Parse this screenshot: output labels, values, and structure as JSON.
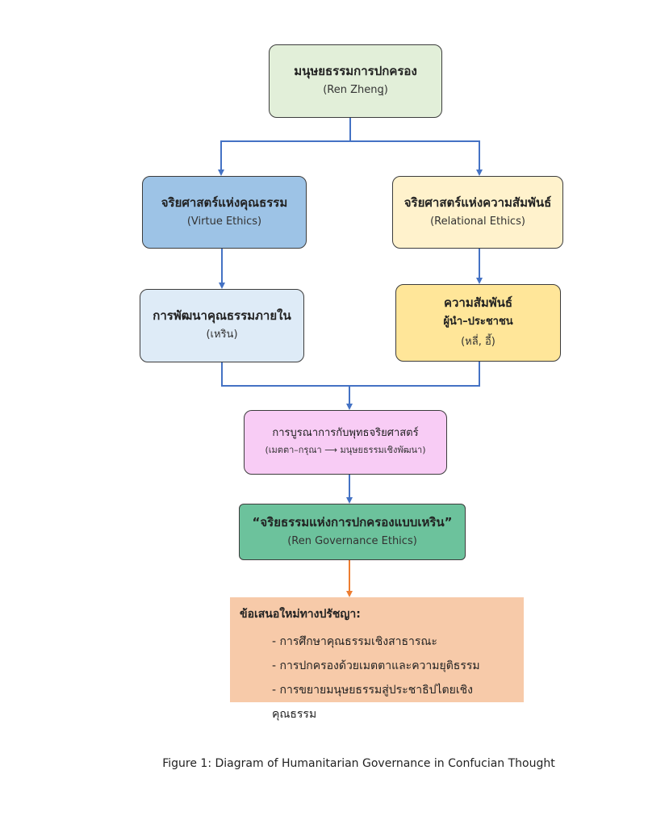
{
  "nodes": {
    "top": {
      "title": "มนุษยธรรมการปกครอง",
      "subtitle": "(Ren Zhengุ)"
    },
    "virtue": {
      "title": "จริยศาสตร์แห่งคุณธรรม",
      "subtitle": "(Virtue Ethics)"
    },
    "relational": {
      "title": "จริยศาสตร์แห่งความสัมพันธ์",
      "subtitle": "(Relational Ethics)"
    },
    "inner": {
      "title": "การพัฒนาคุณธรรมภายใน",
      "subtitle": "(เหริน)"
    },
    "leader": {
      "title": "ความสัมพันธ์",
      "line2": "ผู้นำ–ประชาชน",
      "line3": "(หลี่, อี้)"
    },
    "buddhist": {
      "title": "การบูรณาการกับพุทธจริยศาสตร์",
      "subtitle": "(เมตตา–กรุณา ⟶ มนุษยธรรมเชิงพัฒนา)"
    },
    "governance": {
      "title": "“จริยธรรมแห่งการปกครองแบบเหริน”",
      "subtitle": "(Ren Governance Ethics)"
    }
  },
  "proposal": {
    "title": "ข้อเสนอใหม่ทางปรัชญา:",
    "items": [
      "- การศึกษาคุณธรรมเชิงสาธารณะ",
      "- การปกครองด้วยเมตตาและความยุติธรรม",
      "- การขยายมนุษยธรรมสู่ประชาธิปไตยเชิงคุณธรรม"
    ]
  },
  "caption": "Figure 1: Diagram of Humanitarian Governance in Confucian Thought",
  "colors": {
    "connector_blue": "#4472c4",
    "connector_orange": "#ed7d31"
  }
}
